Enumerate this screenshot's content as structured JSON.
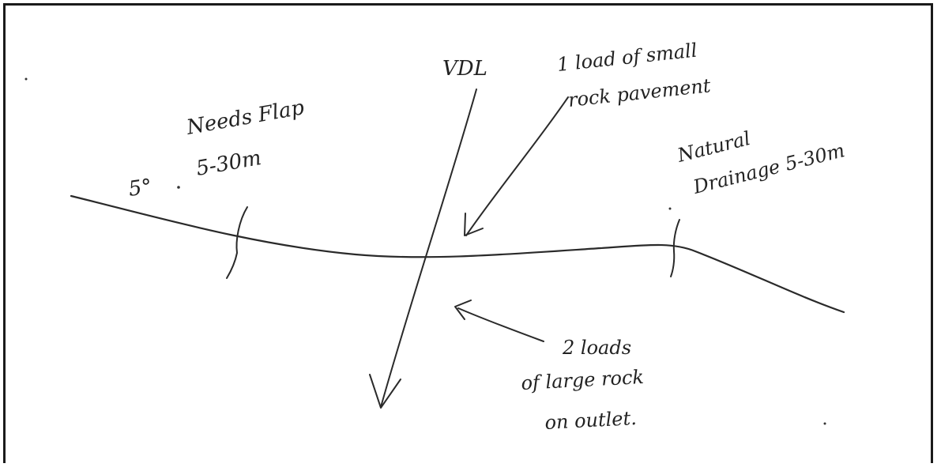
{
  "labels": {
    "angle": "5°",
    "needs_flap_line1": "Needs Flap",
    "needs_flap_line2": "5-30m",
    "vdl": "VDL",
    "small_rock_line1": "1 load of small",
    "small_rock_line2": "rock pavement",
    "natural_drainage_line1": "Natural",
    "natural_drainage_line2": "Drainage 5-30m",
    "large_rock_line1": "2 loads",
    "large_rock_line2": "of large rock",
    "large_rock_line3": "on outlet."
  },
  "colors": {
    "ink": "#222222",
    "border": "#1a1a1a",
    "background": "#ffffff"
  }
}
